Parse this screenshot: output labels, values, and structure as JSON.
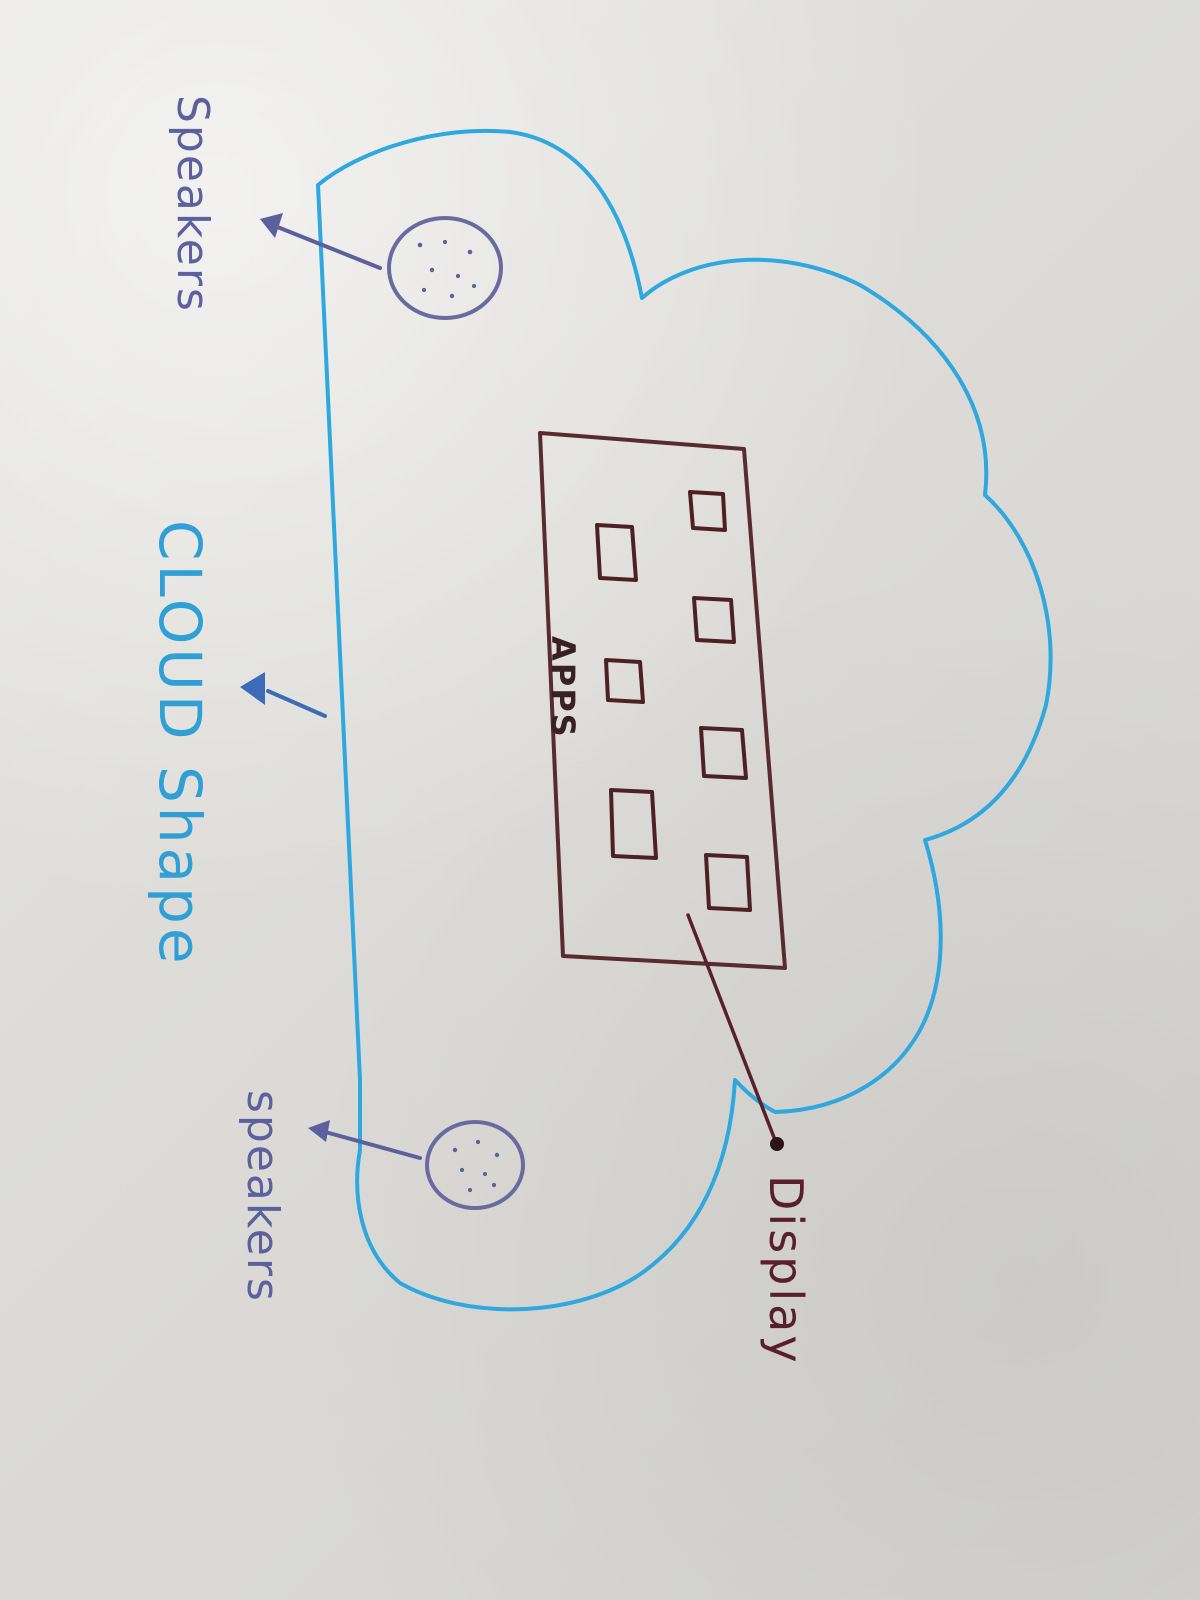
{
  "labels": {
    "speakers_top": "Speakers",
    "speakers_bottom": "speakers",
    "cloud_shape": "CLOUD Shape",
    "apps": "APPS",
    "display": "Display"
  },
  "colors": {
    "cloud_outline": "#2fa7df",
    "speaker_ink": "#5c609d",
    "display_ink": "#4f1f27",
    "cloud_label": "#2f9fd6",
    "paper": "#dddcd8"
  }
}
